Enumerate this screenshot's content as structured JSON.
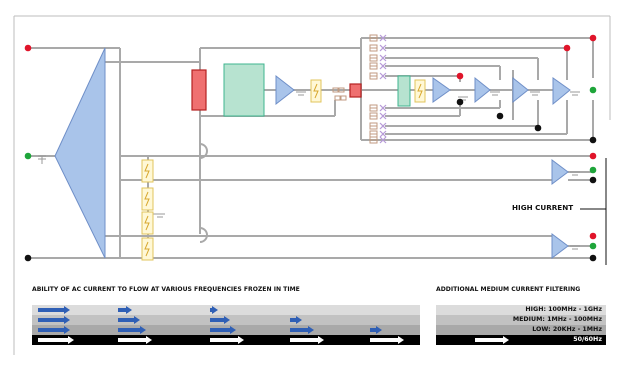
{
  "labels": {
    "high_current": "HIGH CURRENT",
    "left_title": "ABILITY OF AC CURRENT TO FLOW AT VARIOUS FREQUENCIES FROZEN IN TIME",
    "right_title": "ADDITIONAL MEDIUM CURRENT FILTERING"
  },
  "frequency_bands": [
    {
      "label": "HIGH: 100MHz - 1GHz",
      "color": "#dcdcdc"
    },
    {
      "label": "MEDIUM: 1MHz - 100MHz",
      "color": "#c2c2c2"
    },
    {
      "label": "LOW: 20KHz - 1MHz",
      "color": "#a9a9a9"
    },
    {
      "label": "50/60Hz",
      "color": "#000000"
    }
  ],
  "colors": {
    "wire": "#a9a9a9",
    "amplifier_fill": "#a9c4ea",
    "amplifier_stroke": "#6f8fc8",
    "resistor_fill": "#ef7070",
    "resistor_stroke": "#b52222",
    "transformer_fill": "#b7e3d0",
    "transformer_stroke": "#3fb58f",
    "fuse_fill": "#fff8d6",
    "fuse_stroke": "#e2c45c",
    "cap_color": "#c09a80",
    "inductor_color": "#b79bd8",
    "terminal_red": "#e0142a",
    "terminal_green": "#1ea53a",
    "terminal_black": "#111111",
    "arrow_blue": "#2f5fb5"
  }
}
